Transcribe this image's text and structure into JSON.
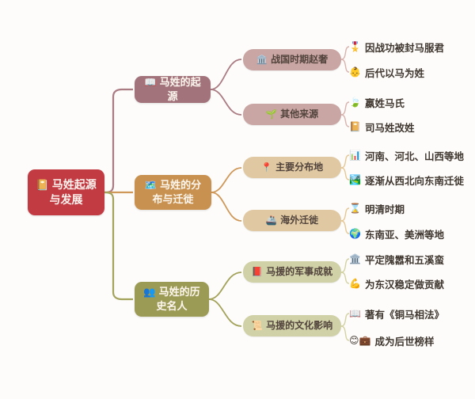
{
  "root": {
    "icon": "📔",
    "label": "马姓起源与发展",
    "color": "#c23a42",
    "text_color": "#fdf3ee"
  },
  "branches": [
    {
      "icon": "📖",
      "label": "马姓的起源",
      "color": "#a2737b",
      "sub_color": "#c9a5a3",
      "line_color": "#aa7b82",
      "leaf_line_color": "#d9b3ae",
      "children": [
        {
          "icon": "🏛️",
          "label": "战国时期赵奢",
          "leaves": [
            {
              "icon": "🎖️",
              "label": "因战功被封马服君"
            },
            {
              "icon": "👶",
              "label": "后代以马为姓"
            }
          ]
        },
        {
          "icon": "🌱",
          "label": "其他来源",
          "leaves": [
            {
              "icon": "🍃",
              "label": "嬴姓马氏"
            },
            {
              "icon": "📔",
              "label": "司马姓改姓"
            }
          ]
        }
      ]
    },
    {
      "icon": "🗺️",
      "label": "马姓的分布与迁徙",
      "color": "#c8914f",
      "sub_color": "#e0c9a2",
      "line_color": "#cf9859",
      "leaf_line_color": "#e6c794",
      "children": [
        {
          "icon": "📍",
          "label": "主要分布地",
          "leaves": [
            {
              "icon": "📊",
              "label": "河南、河北、山西等地"
            },
            {
              "icon": "🏞️",
              "label": "逐渐从西北向东南迁徙"
            }
          ]
        },
        {
          "icon": "🚢",
          "label": "海外迁徙",
          "leaves": [
            {
              "icon": "⌛",
              "label": "明清时期"
            },
            {
              "icon": "🌍",
              "label": "东南亚、美洲等地"
            }
          ]
        }
      ]
    },
    {
      "icon": "👥",
      "label": "马姓的历史名人",
      "color": "#9b9b55",
      "sub_color": "#d0d1a6",
      "line_color": "#a3a35c",
      "leaf_line_color": "#d2d2a2",
      "children": [
        {
          "icon": "📕",
          "label": "马援的军事成就",
          "leaves": [
            {
              "icon": "🏛️",
              "label": "平定隗嚣和五溪蛮"
            },
            {
              "icon": "💪",
              "label": "为东汉稳定做贡献"
            }
          ]
        },
        {
          "icon": "📜",
          "label": "马援的文化影响",
          "leaves": [
            {
              "icon": "📖",
              "label": "著有《铜马相法》"
            },
            {
              "icon": "😊💼",
              "label": "成为后世榜样"
            }
          ]
        }
      ]
    }
  ],
  "background_color": "#fdfcfa"
}
